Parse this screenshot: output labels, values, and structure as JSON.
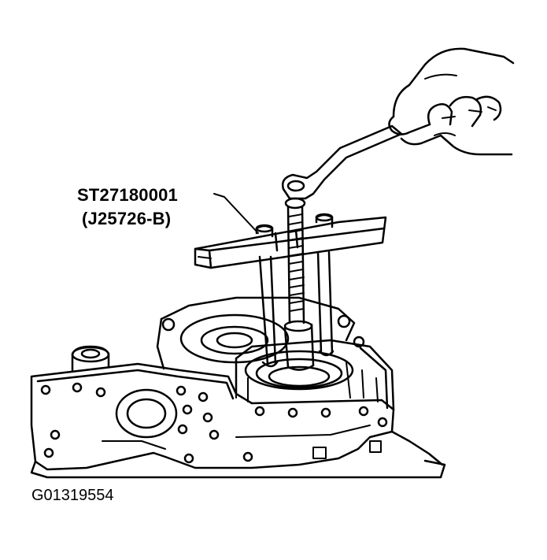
{
  "labels": {
    "part_number": "ST27180001",
    "alt_part_number": "(J25726-B)"
  },
  "figure_id": "G01319554",
  "colors": {
    "ink": "#000000",
    "paper": "#ffffff"
  }
}
